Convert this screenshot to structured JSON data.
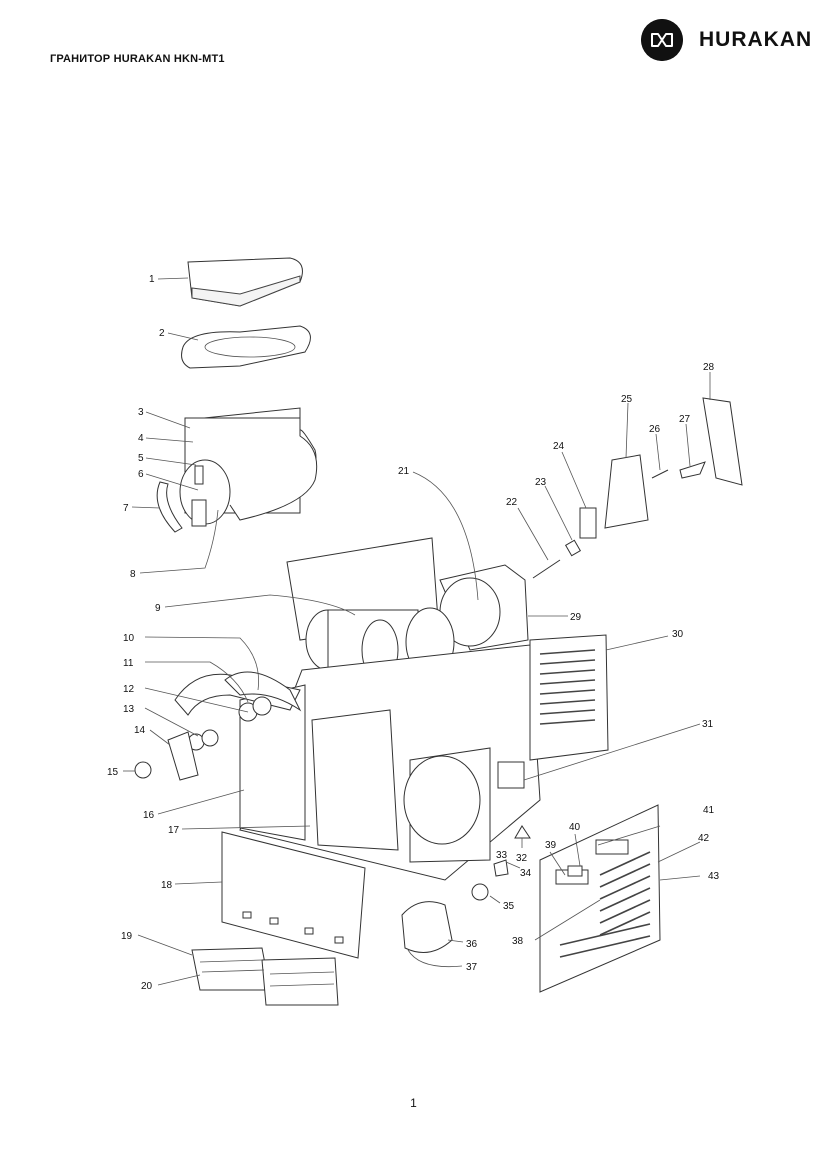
{
  "header": {
    "title": "ГРАНИТОР HURAKAN HKN-MT1",
    "brand": "HURAKAN"
  },
  "diagram": {
    "callouts": [
      "1",
      "2",
      "3",
      "4",
      "5",
      "6",
      "7",
      "8",
      "9",
      "10",
      "11",
      "12",
      "13",
      "14",
      "15",
      "16",
      "17",
      "18",
      "19",
      "20",
      "21",
      "22",
      "23",
      "24",
      "25",
      "26",
      "27",
      "28",
      "29",
      "30",
      "31",
      "32",
      "33",
      "34",
      "35",
      "36",
      "37",
      "38",
      "39",
      "40",
      "41",
      "42",
      "43"
    ]
  },
  "footer": {
    "page_number": "1"
  },
  "colors": {
    "ink": "#111111",
    "background": "#ffffff"
  }
}
